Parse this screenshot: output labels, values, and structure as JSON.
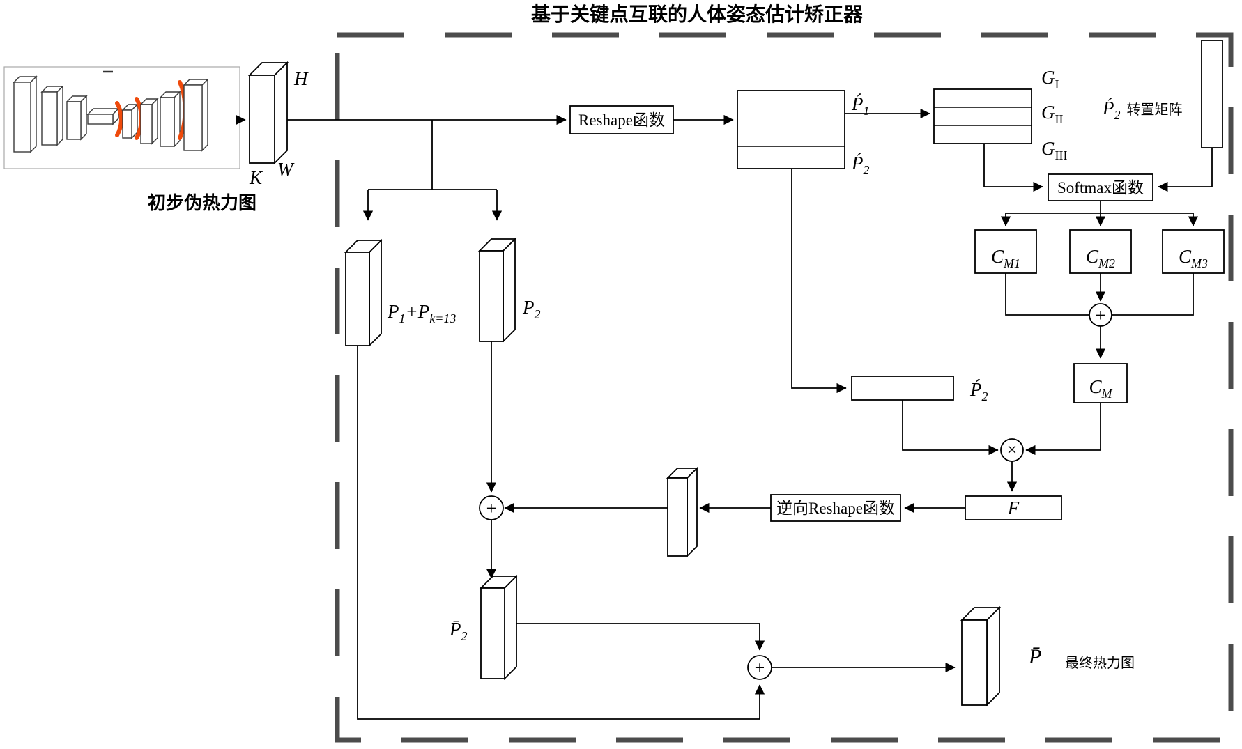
{
  "title": "基于关键点互联的人体姿态估计矫正器",
  "input": {
    "caption": "初步伪热力图",
    "dims": {
      "h": "H",
      "w": "W",
      "k": "K"
    }
  },
  "nodes": {
    "reshape": "Reshape函数",
    "softmax": "Softmax函数",
    "inverse_reshape": "逆向Reshape函数",
    "f": "F",
    "cm1": {
      "base": "C",
      "sub": "M1"
    },
    "cm2": {
      "base": "C",
      "sub": "M2"
    },
    "cm3": {
      "base": "C",
      "sub": "M3"
    },
    "cm": {
      "base": "C",
      "sub": "M"
    }
  },
  "labels": {
    "p1_prime": {
      "base": "Ṕ",
      "sub": "1"
    },
    "p2_prime": {
      "base": "Ṕ",
      "sub": "2"
    },
    "p2_prime_mid": {
      "base": "Ṕ",
      "sub": "2"
    },
    "p2_transpose": {
      "base": "Ṕ",
      "sub": "2",
      "suffix": " 转置矩阵"
    },
    "g1": {
      "base": "G",
      "sub": "I"
    },
    "g2": {
      "base": "G",
      "sub": "II"
    },
    "g3": {
      "base": "G",
      "sub": "III"
    },
    "p1_plus_pk": {
      "base1": "P",
      "sub1": "1",
      "plus": "+",
      "base2": "P",
      "sub2": "k=13"
    },
    "p2": {
      "base": "P",
      "sub": "2"
    },
    "p2_bar": {
      "base": "P̄",
      "sub": "2"
    },
    "p_bar": "P̄",
    "final_caption": "最终热力图"
  },
  "operators": {
    "add": "+",
    "multiply": "×"
  }
}
